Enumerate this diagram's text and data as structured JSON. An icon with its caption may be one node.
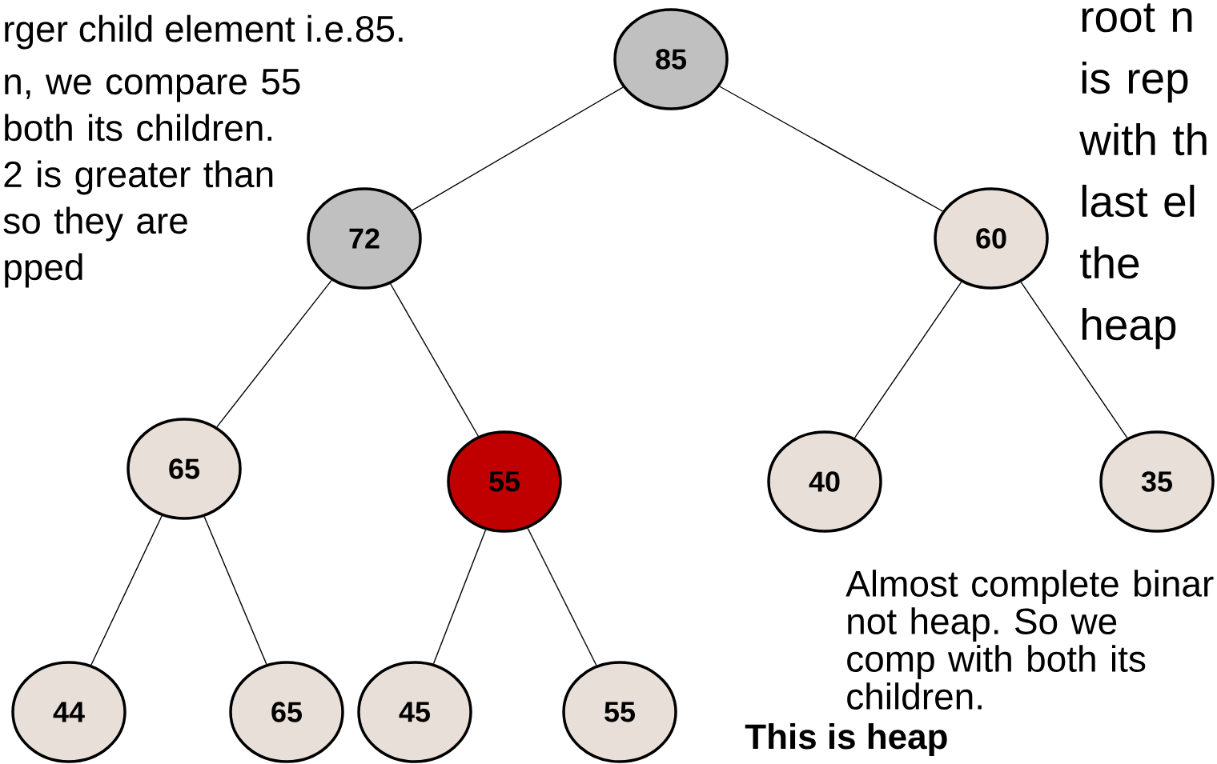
{
  "diagram": {
    "nodes": [
      {
        "text": [
          "85"
        ]
      },
      {
        "text": [
          "72"
        ]
      },
      {
        "text": [
          "60"
        ]
      },
      {
        "text": [
          "65"
        ]
      },
      {
        "text": [
          "55"
        ]
      },
      {
        "text": [
          "40"
        ]
      },
      {
        "text": [
          "35"
        ]
      },
      {
        "text": [
          "44"
        ]
      },
      {
        "text": [
          "65"
        ]
      },
      {
        "text": [
          "45"
        ]
      },
      {
        "text": [
          "55"
        ]
      }
    ],
    "edges": [
      {
        "from": 0,
        "to": 1,
        "arrow": "none"
      },
      {
        "from": 0,
        "to": 2,
        "arrow": "none"
      },
      {
        "from": 1,
        "to": 3,
        "arrow": "none"
      },
      {
        "from": 1,
        "to": 4,
        "arrow": "none"
      },
      {
        "from": 2,
        "to": 5,
        "arrow": "none"
      },
      {
        "from": 2,
        "to": 6,
        "arrow": "none"
      },
      {
        "from": 3,
        "to": 7,
        "arrow": "none"
      },
      {
        "from": 3,
        "to": 8,
        "arrow": "none"
      },
      {
        "from": 4,
        "to": 9,
        "arrow": "none"
      },
      {
        "from": 4,
        "to": 10,
        "arrow": "none"
      }
    ],
    "labels": [
      "rger child element i.e.85.",
      "n, we compare 55 both its children. 2 is greater than so they are pped",
      "root n is rep with th last el the heap",
      "Almost complete binar not heap. So we comp with both its children.",
      "This is heap"
    ]
  }
}
